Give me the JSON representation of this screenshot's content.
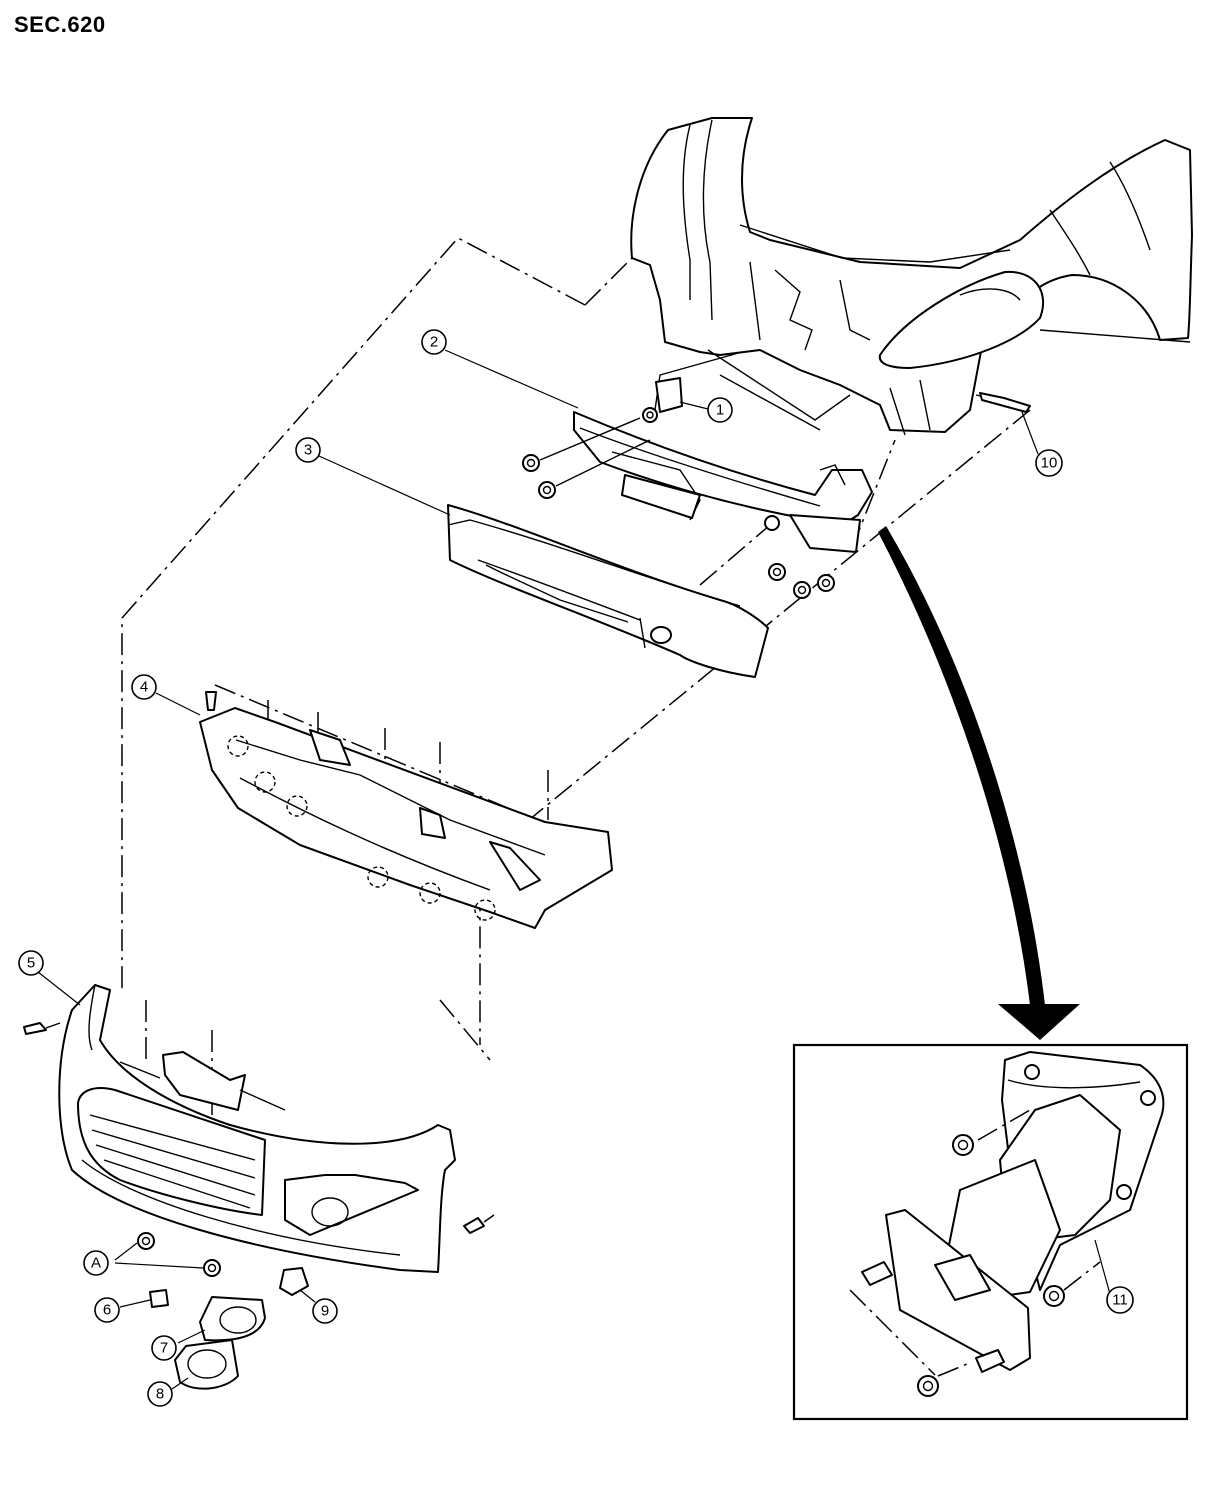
{
  "section_label": "SEC.620",
  "callouts": [
    {
      "id": "callout-1",
      "label": "1"
    },
    {
      "id": "callout-2",
      "label": "2"
    },
    {
      "id": "callout-3",
      "label": "3"
    },
    {
      "id": "callout-4",
      "label": "4"
    },
    {
      "id": "callout-5",
      "label": "5"
    },
    {
      "id": "callout-6",
      "label": "6"
    },
    {
      "id": "callout-7",
      "label": "7"
    },
    {
      "id": "callout-8",
      "label": "8"
    },
    {
      "id": "callout-9",
      "label": "9"
    },
    {
      "id": "callout-10",
      "label": "10"
    },
    {
      "id": "callout-11",
      "label": "11"
    },
    {
      "id": "callout-A",
      "label": "A"
    }
  ]
}
